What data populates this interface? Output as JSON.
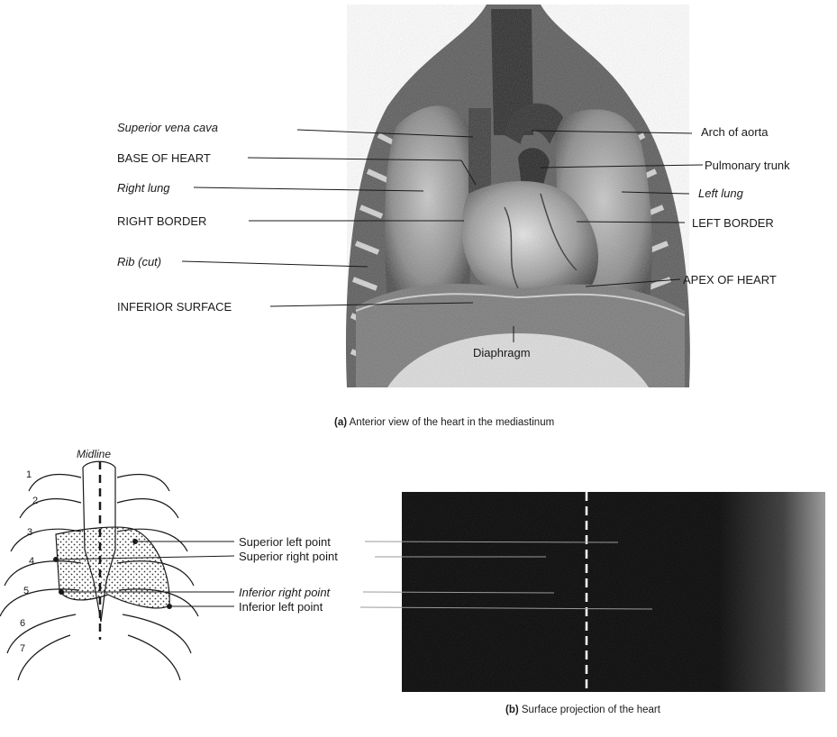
{
  "panel_a": {
    "labels_left": [
      {
        "text": "Superior vena cava",
        "italic": true
      },
      {
        "text": "BASE OF HEART",
        "italic": false
      },
      {
        "text": "Right lung",
        "italic": true
      },
      {
        "text": "RIGHT BORDER",
        "italic": false
      },
      {
        "text": "Rib (cut)",
        "italic": true
      },
      {
        "text": "INFERIOR SURFACE",
        "italic": false
      }
    ],
    "labels_right": [
      {
        "text": "Arch of aorta",
        "italic": false
      },
      {
        "text": "Pulmonary trunk",
        "italic": false
      },
      {
        "text": "Left lung",
        "italic": true
      },
      {
        "text": "LEFT BORDER",
        "italic": false
      },
      {
        "text": "APEX OF HEART",
        "italic": false
      }
    ],
    "label_bottom": "Diaphragm",
    "caption_letter": "(a)",
    "caption_text": "Anterior view of the heart in the mediastinum"
  },
  "panel_b": {
    "midline_label": "Midline",
    "rib_numbers": [
      "1",
      "2",
      "3",
      "4",
      "5",
      "6",
      "7"
    ],
    "points": [
      {
        "text": "Superior left point",
        "italic": false
      },
      {
        "text": "Superior right point",
        "italic": false
      },
      {
        "text": "Inferior right point",
        "italic": true
      },
      {
        "text": "Inferior left point",
        "italic": false
      }
    ],
    "caption_letter": "(b)",
    "caption_text": "Surface projection of the heart"
  },
  "colors": {
    "ink": "#1a1a1a",
    "photo_dark": "#0b0b0b",
    "midline_dash": "#ffffff",
    "heart_dots": "#333333"
  }
}
